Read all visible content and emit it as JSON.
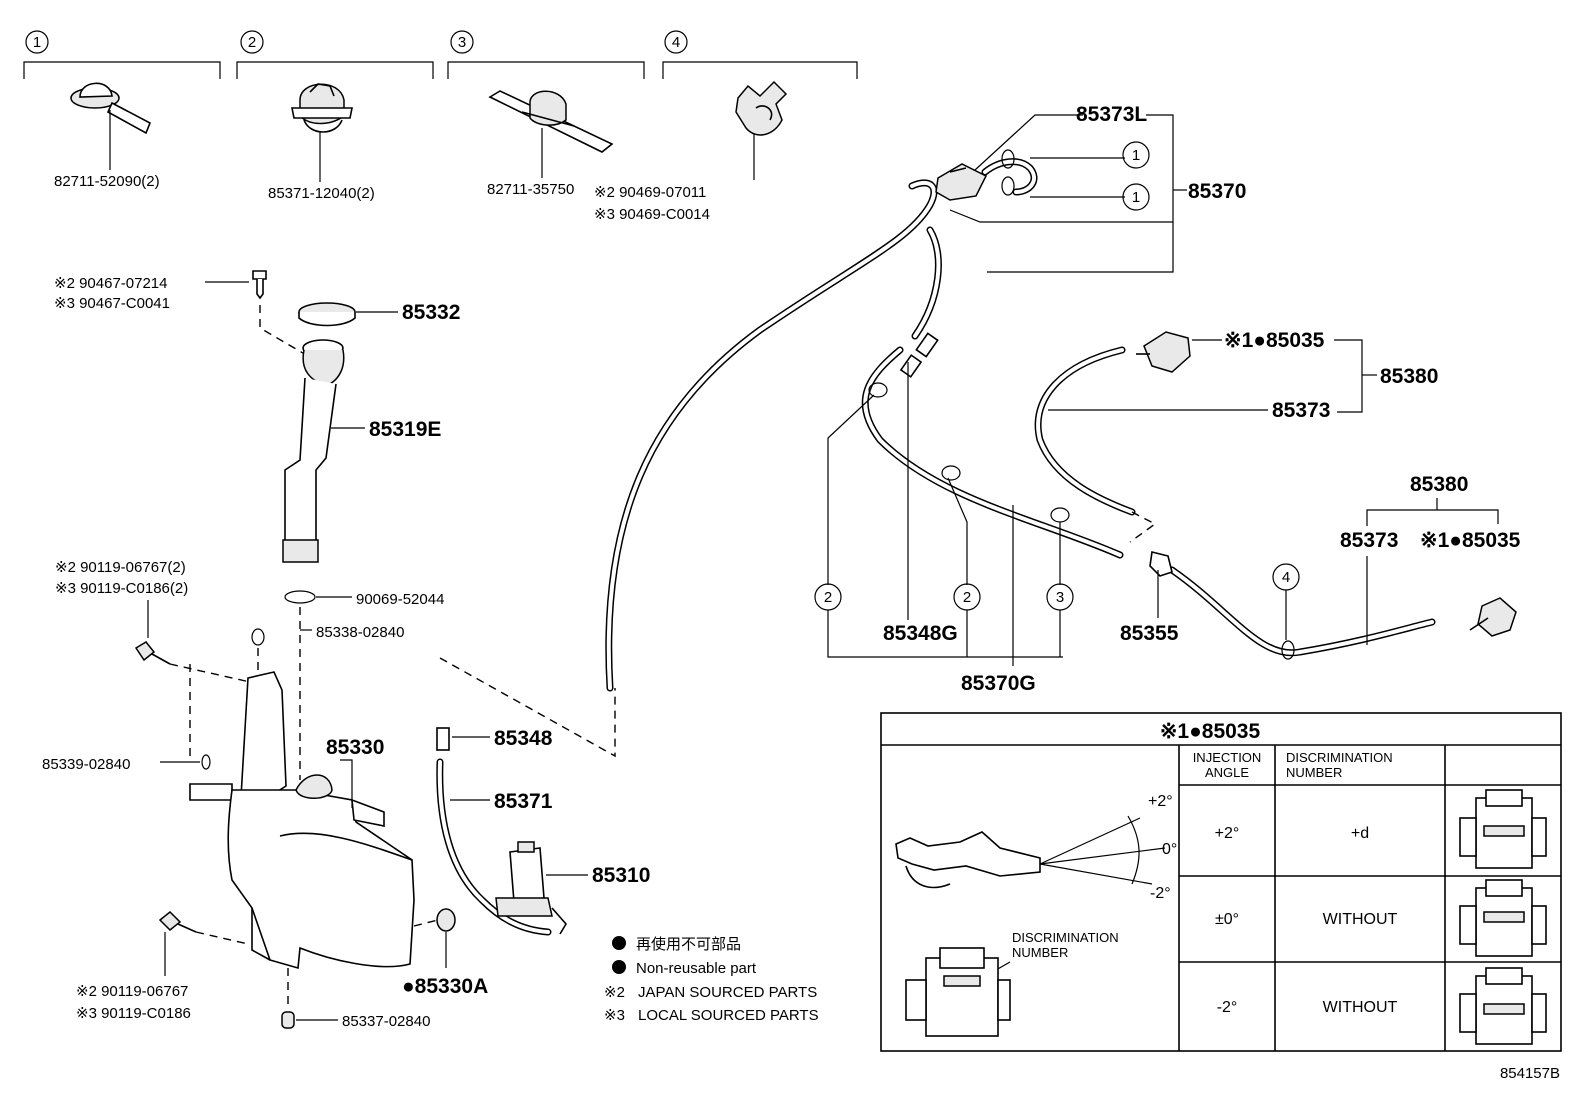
{
  "diagram_code": "854157B",
  "clip_groups": [
    {
      "index": "1",
      "part": "82711-52090(2)"
    },
    {
      "index": "2",
      "part": "85371-12040(2)"
    },
    {
      "index": "3",
      "part": "82711-35750"
    },
    {
      "index": "4",
      "part_a": "※2 90469-07011",
      "part_b": "※3 90469-C0014"
    }
  ],
  "parts": {
    "p85373L": "85373L",
    "p85370": "85370",
    "p85035_a": "※1●85035",
    "p85380_a": "85380",
    "p85373_a": "85373",
    "p85380_b": "85380",
    "p85373_b": "85373",
    "p85035_b": "※1●85035",
    "p85348G": "85348G",
    "p85355": "85355",
    "p85370G": "85370G",
    "p90467a": "※2 90467-07214",
    "p90467b": "※3 90467-C0041",
    "p85332": "85332",
    "p85319E": "85319E",
    "p90119a": "※2 90119-06767(2)",
    "p90119b": "※3 90119-C0186(2)",
    "p90069": "90069-52044",
    "p85338": "85338-02840",
    "p85330": "85330",
    "p85339": "85339-02840",
    "p85348": "85348",
    "p85371": "85371",
    "p85310": "85310",
    "p85330A": "●85330A",
    "p90119c": "※2 90119-06767",
    "p90119d": "※3 90119-C0186",
    "p85337": "85337-02840"
  },
  "hose_callouts": {
    "c1a": "1",
    "c1b": "1",
    "c2a": "2",
    "c2b": "2",
    "c3": "3",
    "c4": "4"
  },
  "legend": [
    {
      "marker": "●",
      "text": "再使用不可部品"
    },
    {
      "marker": "●",
      "text": "Non-reusable part"
    },
    {
      "marker": "※2",
      "text": "JAPAN SOURCED PARTS"
    },
    {
      "marker": "※3",
      "text": "LOCAL SOURCED PARTS"
    }
  ],
  "nozzle_table": {
    "title": "※1●85035",
    "headers": {
      "angle_l1": "INJECTION",
      "angle_l2": "ANGLE",
      "disc_l1": "DISCRIMINATION",
      "disc_l2": "NUMBER"
    },
    "diagram_angles": {
      "plus": "+2°",
      "zero": "0°",
      "minus": "-2°"
    },
    "disc_label_l1": "DISCRIMINATION",
    "disc_label_l2": "NUMBER",
    "rows": [
      {
        "angle": "+2°",
        "number": "+d"
      },
      {
        "angle": "±0°",
        "number": "WITHOUT"
      },
      {
        "angle": "-2°",
        "number": "WITHOUT"
      }
    ]
  }
}
